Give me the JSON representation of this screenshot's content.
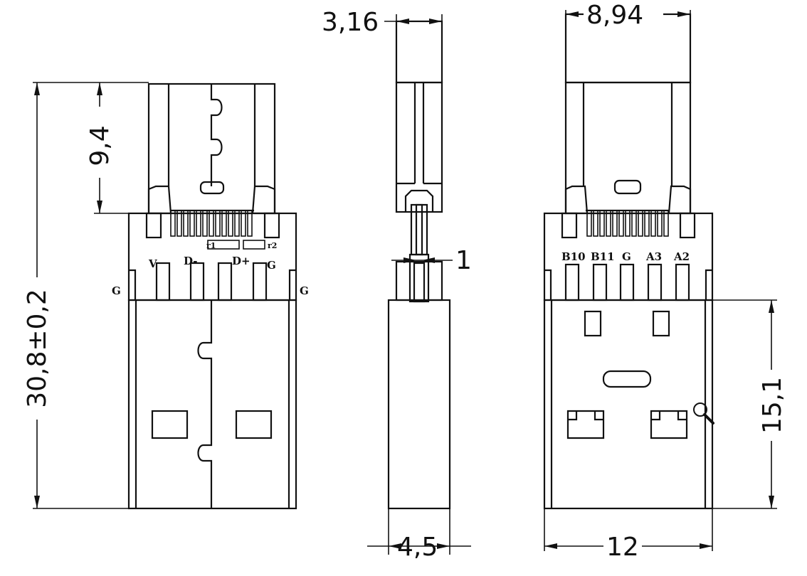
{
  "dimensions": {
    "overall_length": "30,8±0,2",
    "typec_length": "9,4",
    "typec_thickness": "3,16",
    "typec_width": "8,94",
    "pcb_thickness": "1",
    "plug_thickness": "4,5",
    "plug_length": "15,1",
    "plug_width": "12"
  },
  "front_labels": {
    "g_left": "G",
    "g_right": "G",
    "v": "V",
    "d_minus": "D-",
    "d_plus": "D+",
    "g_inner": "G",
    "r1": "r1",
    "r2": "r2"
  },
  "rear_labels": {
    "b10": "B10",
    "b11": "B11",
    "g": "G",
    "a3": "A3",
    "a2": "A2"
  },
  "icons": [
    "magnifier-icon"
  ]
}
